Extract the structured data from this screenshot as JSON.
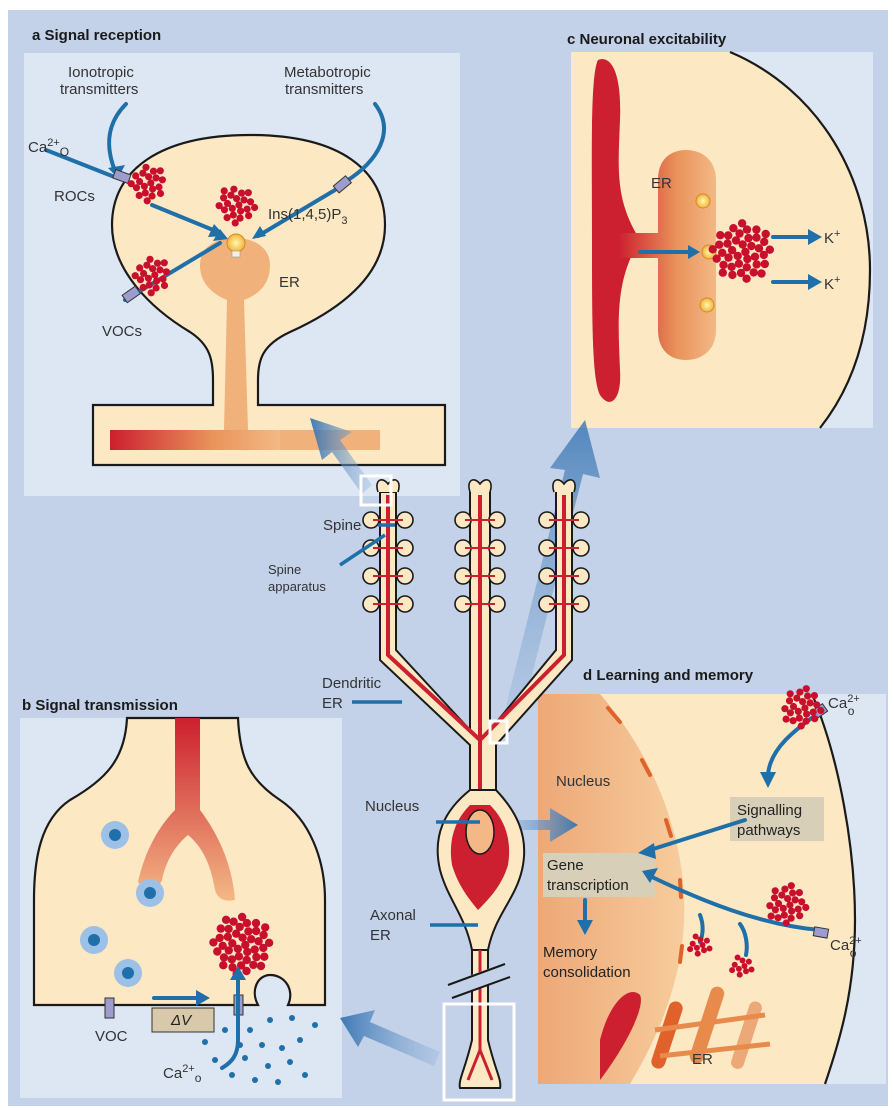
{
  "panels": {
    "a": {
      "title": "a Signal reception",
      "labels": {
        "ionotropic_1": "Ionotropic",
        "ionotropic_2": "transmitters",
        "metabotropic_1": "Metabotropic",
        "metabotropic_2": "transmitters",
        "ca_o": "Ca",
        "ca_sup": "2+",
        "ca_sub": "O",
        "rocs": "ROCs",
        "vocs": "VOCs",
        "ins": "Ins(1,4,5)P",
        "ins_sub": "3",
        "er": "ER"
      }
    },
    "b": {
      "title": "b Signal transmission",
      "labels": {
        "voc": "VOC",
        "delta_v": "ΔV",
        "ca": "Ca",
        "ca_sup": "2+",
        "ca_sub": "o"
      }
    },
    "c": {
      "title": "c Neuronal excitability",
      "labels": {
        "er": "ER",
        "k1": "K",
        "k2": "K",
        "k_sup": "+"
      }
    },
    "d": {
      "title": "d Learning and memory",
      "labels": {
        "nucleus": "Nucleus",
        "signalling_1": "Signalling",
        "signalling_2": "pathways",
        "gene_1": "Gene",
        "gene_2": "transcription",
        "memory_1": "Memory",
        "memory_2": "consolidation",
        "er": "ER",
        "ca1": "Ca",
        "ca2": "Ca",
        "ca_sup": "2+",
        "ca_sub": "o"
      }
    }
  },
  "neuron": {
    "labels": {
      "spine": "Spine",
      "spine_app_1": "Spine",
      "spine_app_2": "apparatus",
      "dendritic_1": "Dendritic",
      "dendritic_2": "ER",
      "nucleus": "Nucleus",
      "axonal_1": "Axonal",
      "axonal_2": "ER"
    }
  },
  "colors": {
    "background": "#c3d2e8",
    "panel": "#dde6f3",
    "cell": "#fde8c4",
    "er": "#f0b27a",
    "red": "#cc1f2f",
    "arrow": "#1f6fa8",
    "outline": "#1a1a1a"
  }
}
